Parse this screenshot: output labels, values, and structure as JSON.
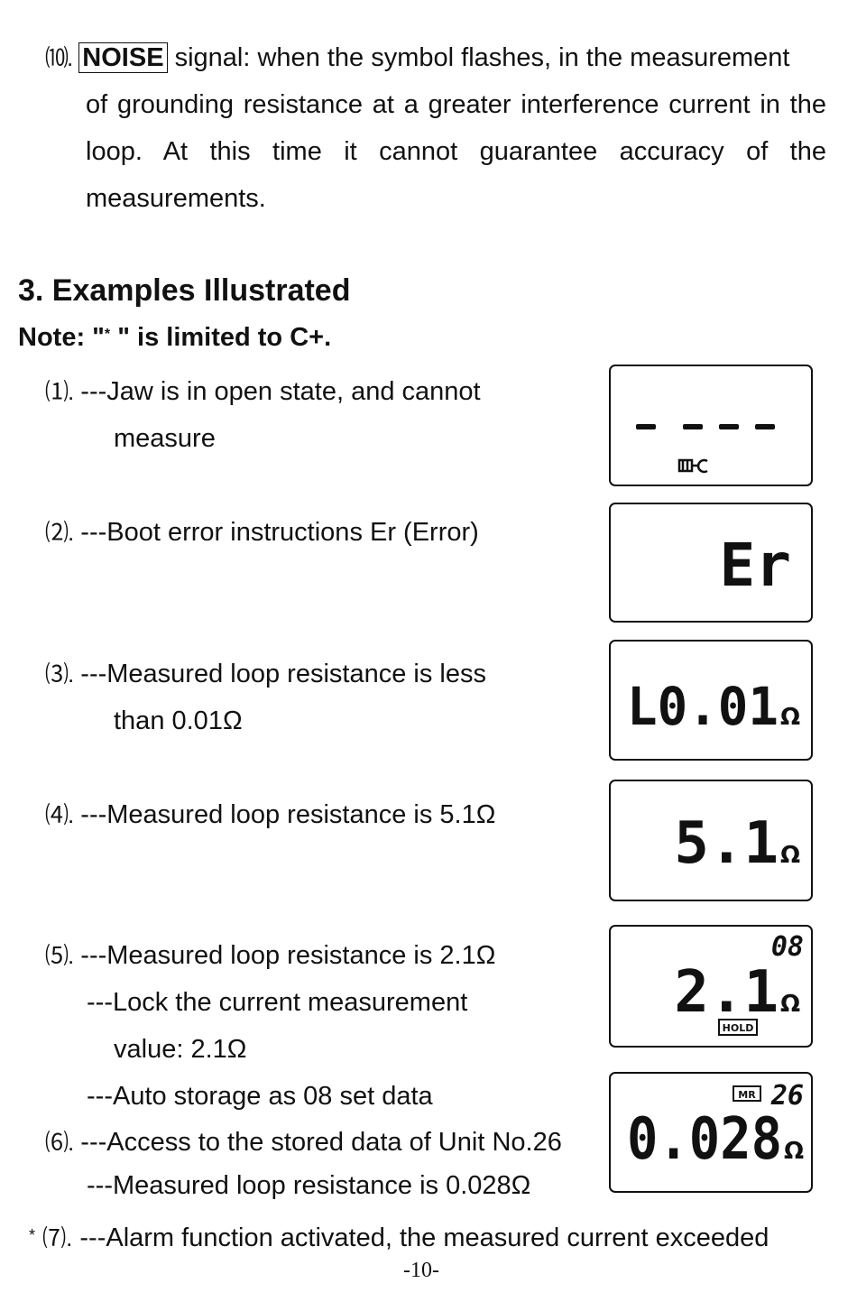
{
  "section10": {
    "marker": "⑽.",
    "noise_label": "NOISE",
    "line1": " signal: when the symbol flashes, in the measurement",
    "cont": "of grounding resistance at a greater interference current in the loop. At this time it cannot guarantee accuracy of the measurements."
  },
  "section_title": "3. Examples Illustrated",
  "note": {
    "pre": "Note: \"",
    "star": "*",
    "post": " \" is limited to C+."
  },
  "items": [
    {
      "num": "⑴.",
      "lines": [
        "---Jaw is in open state, and cannot",
        "measure"
      ]
    },
    {
      "num": "⑵.",
      "lines": [
        "---Boot error instructions Er (Error)"
      ]
    },
    {
      "num": "⑶.",
      "lines": [
        "---Measured loop resistance is less",
        "than 0.01Ω"
      ]
    },
    {
      "num": "⑷.",
      "lines": [
        "---Measured loop resistance is 5.1Ω"
      ]
    },
    {
      "num": "⑸.",
      "lines": [
        "---Measured loop resistance is 2.1Ω",
        "---Lock the current measurement",
        "value: 2.1Ω",
        "---Auto storage as 08 set data"
      ]
    },
    {
      "num": "⑹.",
      "lines": [
        "---Access to the stored data of Unit No.26",
        "---Measured loop resistance is 0.028Ω"
      ]
    },
    {
      "num": "⑺.",
      "star": "*",
      "lines": [
        "---Alarm function activated, the measured current exceeded"
      ]
    }
  ],
  "displays": [
    {
      "main": "----"
    },
    {
      "main": "Er"
    },
    {
      "main": "L0.01",
      "unit": "Ω"
    },
    {
      "main": "5.1",
      "unit": "Ω"
    },
    {
      "main": "2.1",
      "unit": "Ω",
      "index": "08",
      "badge": "HOLD"
    },
    {
      "main": "0.028",
      "unit": "Ω",
      "index": "26",
      "badge": "MR"
    }
  ],
  "page_number": "-10-"
}
